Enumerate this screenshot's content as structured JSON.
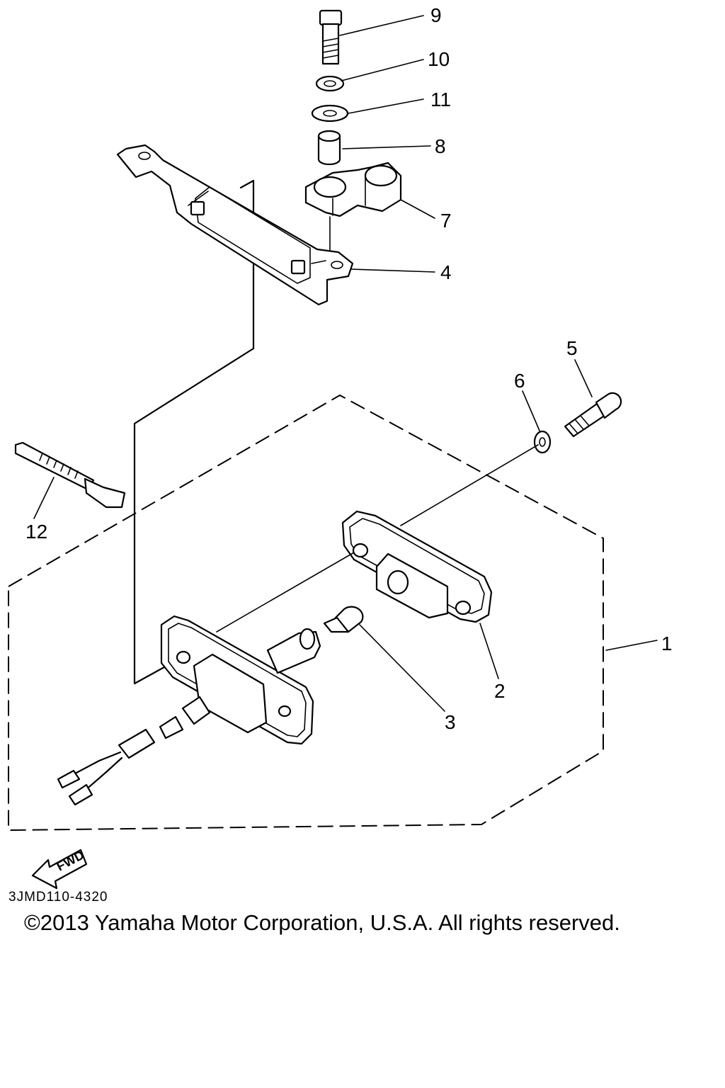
{
  "callouts": {
    "c1": "1",
    "c2": "2",
    "c3": "3",
    "c4": "4",
    "c5": "5",
    "c6": "6",
    "c7": "7",
    "c8": "8",
    "c9": "9",
    "c10": "10",
    "c11": "11",
    "c12": "12"
  },
  "diagram_code": "3JMD110-4320",
  "fwd_label": "FWD",
  "copyright": "©2013 Yamaha Motor Corporation, U.S.A. All rights reserved."
}
